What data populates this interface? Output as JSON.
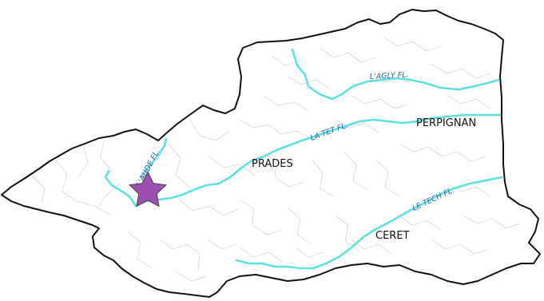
{
  "map": {
    "cities": [
      {
        "id": "perpignan",
        "label": "PERPIGNAN"
      },
      {
        "id": "prades",
        "label": "PRADES"
      },
      {
        "id": "ceret",
        "label": "CERET"
      }
    ],
    "rivers": [
      {
        "id": "agly",
        "label": "L'AGLY FL."
      },
      {
        "id": "tet",
        "label": "LA TET FL."
      },
      {
        "id": "tech",
        "label": "LE TECH FL."
      },
      {
        "id": "aude",
        "label": "L'AUDE FL."
      }
    ],
    "marker": {
      "icon": "star-icon",
      "color": "#9b4fb0"
    },
    "colors": {
      "river": "#5fe0e0",
      "border": "#111111",
      "commune": "#c8c8c8",
      "river_label": "#2a63b8"
    }
  }
}
